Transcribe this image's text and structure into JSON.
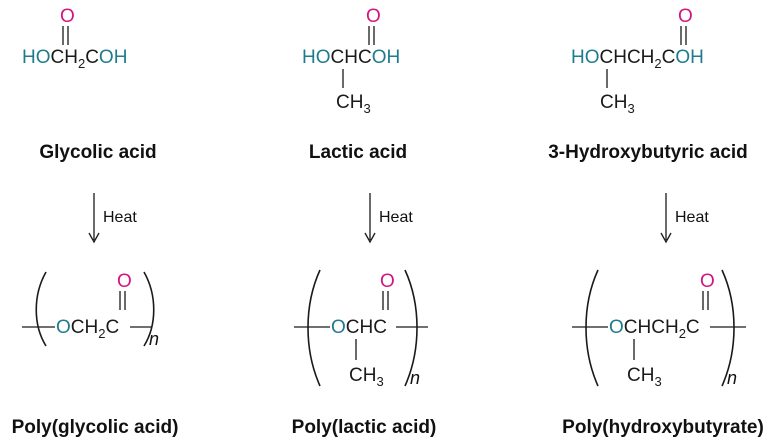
{
  "colors": {
    "hydroxyl": "#1f7c8c",
    "carbonyl_oxygen": "#d4147f",
    "text": "#111111"
  },
  "reaction_label": "Heat",
  "atoms": {
    "ho": "HO",
    "oh": "OH",
    "o": "O",
    "ch": "CH",
    "ch2_main": "CH",
    "c": "C",
    "ch3_main": "CH",
    "sub2": "2",
    "sub3": "3",
    "n": "n"
  },
  "monomers": [
    {
      "name": "Glycolic acid"
    },
    {
      "name": "Lactic acid"
    },
    {
      "name": "3-Hydroxybutyric acid"
    }
  ],
  "polymers": [
    {
      "name": "Poly(glycolic acid)"
    },
    {
      "name": "Poly(lactic acid)"
    },
    {
      "name": "Poly(hydroxybutyrate)"
    }
  ]
}
